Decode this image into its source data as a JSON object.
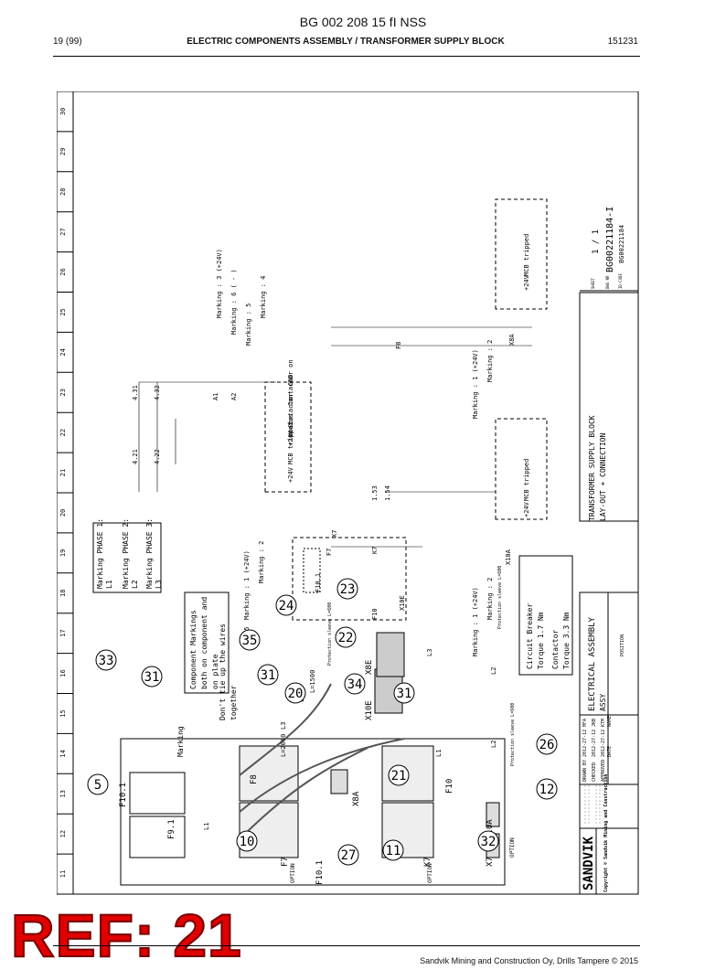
{
  "header": {
    "doc_title": "BG 002 208 15 fI NSS",
    "page": "19 (99)",
    "section": "ELECTRIC COMPONENTS ASSEMBLY / TRANSFORMER SUPPLY BLOCK",
    "code": "151231"
  },
  "stamp": "REF: 21",
  "footer": "Sandvik Mining and Construction Oy, Drills Tampere © 2015",
  "drawing": {
    "grid_columns": [
      "11",
      "12",
      "13",
      "14",
      "15",
      "16",
      "17",
      "18",
      "19",
      "20",
      "21",
      "22",
      "23",
      "24",
      "25",
      "26",
      "27",
      "28",
      "29",
      "30"
    ],
    "title_block": {
      "company": "SANDVIK",
      "copyright": "Copyright © Sandvik Mining and Construction",
      "title_line1": "TRANSFORMER SUPPLY BLOCK",
      "title_line2": "LAY-OUT + CONNECTION",
      "sheet_label": "SHEET",
      "sheet": "1 / 1",
      "dwg_label": "DWG NR",
      "dwg_nr": "BG00221184-I",
      "idcode_label": "ID-CODE",
      "id_code": "BG00221184",
      "desc": "ELECTRICAL ASSEMBLY",
      "assy": "ASSY",
      "position": "POSITION",
      "rows": [
        {
          "role": "DRAWN BY",
          "date": "2012-27-12",
          "name": "MFA"
        },
        {
          "role": "CHECKED",
          "date": "2012-27-12",
          "name": "JKB"
        },
        {
          "role": "APPROVED",
          "date": "2012-27-12",
          "name": "KTM"
        }
      ],
      "date_label": "DATE",
      "name_label": "NAME"
    },
    "notes": {
      "marking_phase": [
        "Marking PHASE 1:",
        "L1",
        "Marking PHASE 2:",
        "L2",
        "Marking PHASE 3:",
        "L3"
      ],
      "component_markings": [
        "Component Markings",
        "both on component and",
        "on plate"
      ],
      "tie_wires": [
        "Don't tie up the wires",
        "together"
      ],
      "marking": "Marking",
      "breaker_torque": [
        "Circuit Breaker",
        "Torque 1.7 Nm"
      ],
      "contactor_torque": [
        "Contactor",
        "Torque 3.3 Nm"
      ],
      "sleeve_1": "Protection sleeve L=600",
      "sleeve_2": "Protection sleeve L=600",
      "sleeve_3": "Protection sleeve L=600"
    },
    "labels": {
      "f10_1": "F10.1",
      "f9_1": "F9.1",
      "f7": "F7",
      "f8": "F8",
      "f10": "F10",
      "k7": "K7",
      "x7": "X7",
      "x8a": "X8A",
      "x10a": "X10A",
      "x10e": "X10E",
      "x8e": "X8E",
      "x15": "X15",
      "option": "OPTION",
      "l1": "L1",
      "l2": "L2",
      "l3": "L3",
      "l1500": "L=1500",
      "l2000": "L=2000"
    },
    "schematic": {
      "markings_top": [
        "Marking : 3 (+24V)",
        "Marking : 6 ( - )",
        "Marking : 5",
        "Marking : 4"
      ],
      "marking_1_24v": "Marking : 1 (+24V)",
      "marking_2": "Marking : 2",
      "x7_terms": [
        "GND",
        "Contactor on",
        "Contactor",
        "status",
        "+24V",
        "MCB tripped",
        "+24V"
      ],
      "mcb_tripped": "MCB tripped",
      "plus24v": "+24V",
      "wires": [
        "1.53",
        "1.54",
        "4.31",
        "4.32",
        "4.21",
        "4.22"
      ],
      "a1": "A1",
      "a2": "A2"
    },
    "callouts": [
      "5",
      "33",
      "31",
      "10",
      "27",
      "11",
      "32",
      "12",
      "26",
      "21",
      "31",
      "34",
      "20",
      "31",
      "35",
      "24",
      "22",
      "23"
    ]
  }
}
